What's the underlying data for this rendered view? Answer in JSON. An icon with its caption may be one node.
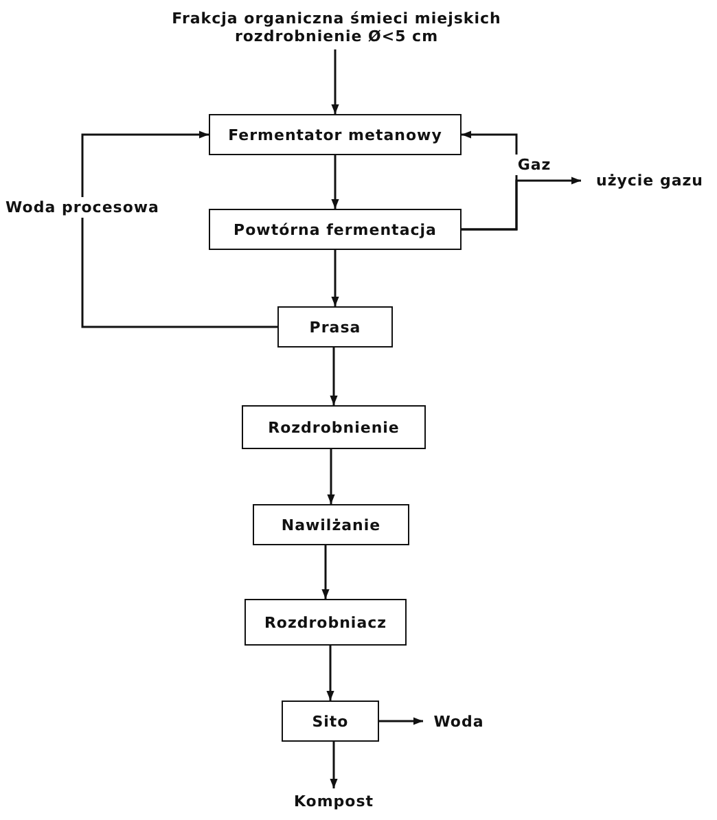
{
  "diagram": {
    "nodes": [
      {
        "text": [
          "Frakcja organiczna śmieci miejskich rozdrobnienie Ø<5 cm"
        ]
      },
      {
        "text": [
          "Fermentator metanowy"
        ]
      },
      {
        "text": [
          "Powtórna fermentacja"
        ]
      },
      {
        "text": [
          "Prasa"
        ]
      },
      {
        "text": [
          "Rozdrobnienie"
        ]
      },
      {
        "text": [
          "Nawilżanie"
        ]
      },
      {
        "text": [
          "Rozdrobniacz"
        ]
      },
      {
        "text": [
          "Sito"
        ]
      },
      {
        "text": [
          "Woda"
        ]
      },
      {
        "text": [
          "Kompost"
        ]
      },
      {
        "text": [
          "użycie gazu"
        ]
      }
    ],
    "edges": [
      {
        "from": 0,
        "to": 1,
        "arrow": "to"
      },
      {
        "from": 1,
        "to": 2,
        "arrow": "to"
      },
      {
        "from": 2,
        "to": 3,
        "arrow": "to"
      },
      {
        "from": 3,
        "to": 1,
        "arrow": "to",
        "label": "Woda procesowa"
      },
      {
        "from": 2,
        "to": 1,
        "arrow": "to"
      },
      {
        "from": 2,
        "to": 10,
        "arrow": "to",
        "label": "Gaz"
      },
      {
        "from": 3,
        "to": 4,
        "arrow": "to"
      },
      {
        "from": 4,
        "to": 5,
        "arrow": "to"
      },
      {
        "from": 5,
        "to": 6,
        "arrow": "to"
      },
      {
        "from": 6,
        "to": 7,
        "arrow": "to"
      },
      {
        "from": 7,
        "to": 8,
        "arrow": "to"
      },
      {
        "from": 7,
        "to": 9,
        "arrow": "to"
      }
    ]
  }
}
